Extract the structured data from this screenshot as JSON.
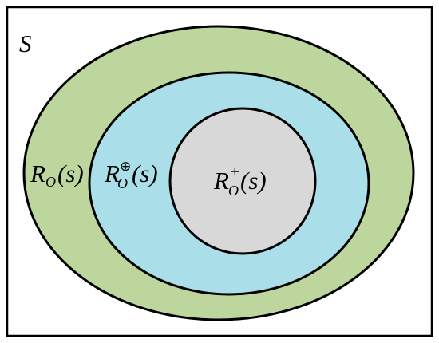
{
  "diagram": {
    "set_label": "S",
    "regions": [
      {
        "name": "outer",
        "main": "R",
        "subscript": "O",
        "superscript": "",
        "argument": "(s)",
        "fill": "#bcd69e"
      },
      {
        "name": "middle",
        "main": "R",
        "subscript": "O",
        "superscript": "⊕",
        "argument": "(s)",
        "fill": "#aadfea"
      },
      {
        "name": "inner",
        "main": "R",
        "subscript": "O",
        "superscript": "+",
        "argument": "(s)",
        "fill": "#d8d8d8"
      }
    ],
    "colors": {
      "background": "#ffffff",
      "stroke": "#000000"
    }
  }
}
